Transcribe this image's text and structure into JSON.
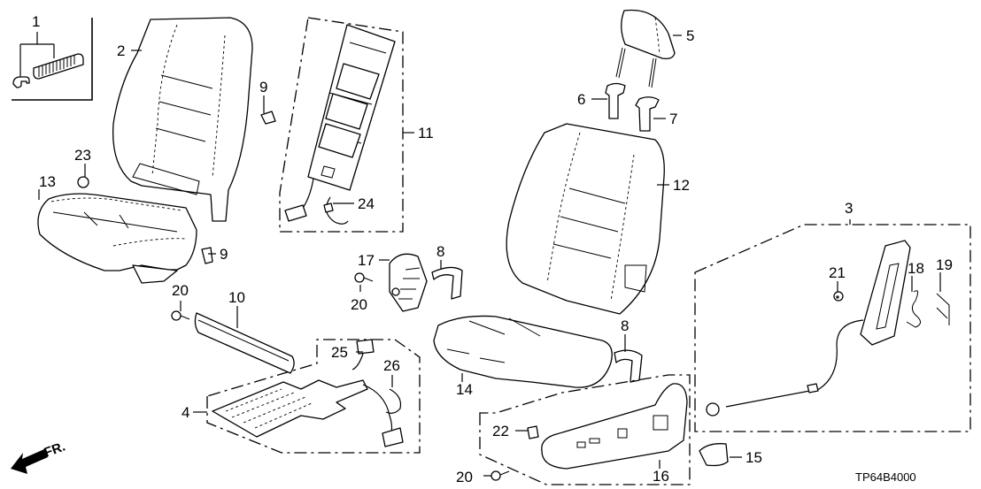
{
  "diagram": {
    "title": "Front Seat Components (Driver Side) - Exploded Parts Diagram",
    "catalog_code": "TP64B4000",
    "direction_indicator": "FR.",
    "callouts": [
      {
        "id": "c1",
        "label": "1",
        "part": "seat-back-trim-clip-kit"
      },
      {
        "id": "c2",
        "label": "2",
        "part": "seat-back-cover-trim"
      },
      {
        "id": "c3",
        "label": "3",
        "part": "side-airbag-module-assembly"
      },
      {
        "id": "c4",
        "label": "4",
        "part": "seat-cushion-heater-assembly"
      },
      {
        "id": "c5",
        "label": "5",
        "part": "headrest"
      },
      {
        "id": "c6",
        "label": "6",
        "part": "headrest-guide-lock"
      },
      {
        "id": "c7",
        "label": "7",
        "part": "headrest-guide-free"
      },
      {
        "id": "c8a",
        "label": "8",
        "part": "recliner-cover-upper"
      },
      {
        "id": "c8b",
        "label": "8",
        "part": "recliner-cover-lower"
      },
      {
        "id": "c9a",
        "label": "9",
        "part": "clip-back"
      },
      {
        "id": "c9b",
        "label": "9",
        "part": "clip-cushion"
      },
      {
        "id": "c10",
        "label": "10",
        "part": "cushion-trim-garnish"
      },
      {
        "id": "c11",
        "label": "11",
        "part": "seat-back-heater-assembly"
      },
      {
        "id": "c12",
        "label": "12",
        "part": "seat-back-pad"
      },
      {
        "id": "c13",
        "label": "13",
        "part": "seat-cushion-cover-trim"
      },
      {
        "id": "c14",
        "label": "14",
        "part": "seat-cushion-pad"
      },
      {
        "id": "c15",
        "label": "15",
        "part": "recline-knob"
      },
      {
        "id": "c16",
        "label": "16",
        "part": "seat-side-cover-outer"
      },
      {
        "id": "c17",
        "label": "17",
        "part": "recliner-cover-inner"
      },
      {
        "id": "c18",
        "label": "18",
        "part": "airbag-clip-a"
      },
      {
        "id": "c19",
        "label": "19",
        "part": "airbag-clip-b"
      },
      {
        "id": "c20a",
        "label": "20",
        "part": "screw-a"
      },
      {
        "id": "c20b",
        "label": "20",
        "part": "screw-b"
      },
      {
        "id": "c20c",
        "label": "20",
        "part": "screw-c"
      },
      {
        "id": "c21",
        "label": "21",
        "part": "flange-nut"
      },
      {
        "id": "c22",
        "label": "22",
        "part": "clip-side-cover"
      },
      {
        "id": "c23",
        "label": "23",
        "part": "trim-clip"
      },
      {
        "id": "c24",
        "label": "24",
        "part": "harness-clip-back"
      },
      {
        "id": "c25",
        "label": "25",
        "part": "harness-connector"
      },
      {
        "id": "c26",
        "label": "26",
        "part": "harness-clip-cushion"
      }
    ]
  }
}
